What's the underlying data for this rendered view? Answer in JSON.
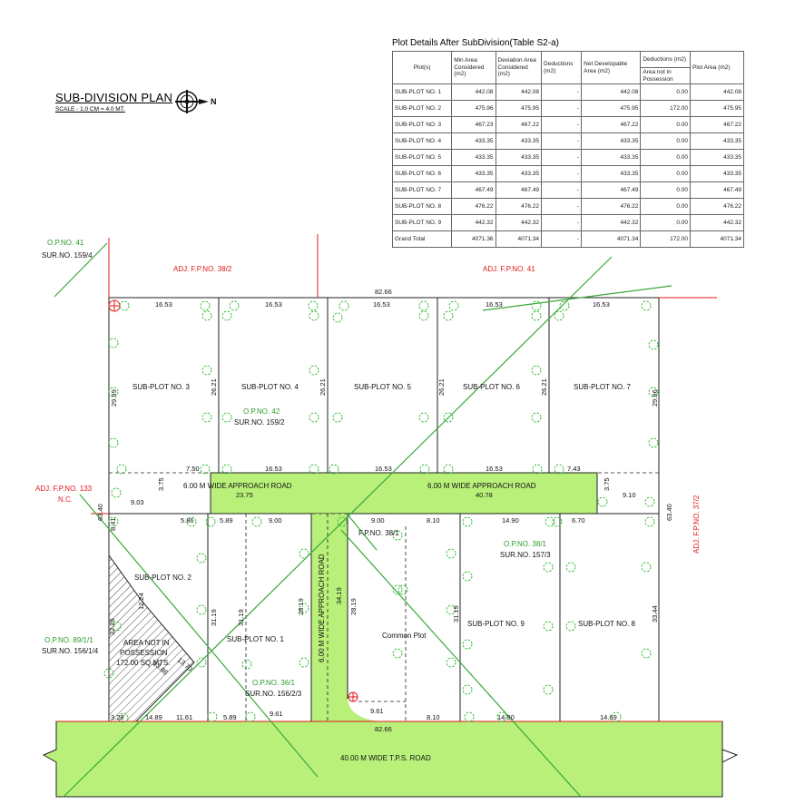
{
  "table": {
    "title": "Plot Details After SubDivision(Table S2-a)",
    "headers": {
      "plot": "Plot(s)",
      "min_area": "Min Area Considered (m2)",
      "deviation": "Deviation Area Considered (m2)",
      "deductions": "Deductions (m2)",
      "net": "Net Developable Area (m2)",
      "ded_group": "Deductions (m2)",
      "ded_sub": "Area not in Possession",
      "plot_area": "Plot Area (m2)"
    },
    "rows": [
      {
        "plot": "SUB-PLOT NO. 1",
        "min": "442.08",
        "dev": "442.08",
        "ded": "-",
        "net": "442.08",
        "poss": "0.00",
        "area": "442.08"
      },
      {
        "plot": "SUB-PLOT NO. 2",
        "min": "475.96",
        "dev": "475.95",
        "ded": "-",
        "net": "475.95",
        "poss": "172.00",
        "area": "475.95"
      },
      {
        "plot": "SUB-PLOT NO. 3",
        "min": "467.23",
        "dev": "467.22",
        "ded": "-",
        "net": "467.22",
        "poss": "0.00",
        "area": "467.22"
      },
      {
        "plot": "SUB-PLOT NO. 4",
        "min": "433.35",
        "dev": "433.35",
        "ded": "-",
        "net": "433.35",
        "poss": "0.00",
        "area": "433.35"
      },
      {
        "plot": "SUB-PLOT NO. 5",
        "min": "433.35",
        "dev": "433.35",
        "ded": "-",
        "net": "433.35",
        "poss": "0.00",
        "area": "433.35"
      },
      {
        "plot": "SUB-PLOT NO. 6",
        "min": "433.35",
        "dev": "433.35",
        "ded": "-",
        "net": "433.35",
        "poss": "0.00",
        "area": "433.35"
      },
      {
        "plot": "SUB-PLOT NO. 7",
        "min": "467.49",
        "dev": "467.49",
        "ded": "-",
        "net": "467.49",
        "poss": "0.00",
        "area": "467.49"
      },
      {
        "plot": "SUB-PLOT NO. 8",
        "min": "476.22",
        "dev": "476.22",
        "ded": "-",
        "net": "476.22",
        "poss": "0.00",
        "area": "476.22"
      },
      {
        "plot": "SUB-PLOT NO. 9",
        "min": "442.32",
        "dev": "442.32",
        "ded": "-",
        "net": "442.32",
        "poss": "0.00",
        "area": "442.32"
      }
    ],
    "total": {
      "plot": "Grand Total",
      "min": "4071.36",
      "dev": "4071.34",
      "ded": "-",
      "net": "4071.34",
      "poss": "172.00",
      "area": "4071.34"
    }
  },
  "plan": {
    "title": "SUB-DIVISION PLAN",
    "scale": "SCALE - 1.0 CM = 4.0 MT.",
    "north": "N",
    "colors": {
      "road": "#b8f07a",
      "boundary": "#e01818",
      "tree": "#3cbf3c",
      "green_text": "#2e9a2e",
      "line": "#222222",
      "diag": "#3aa83a"
    },
    "neighbors": {
      "op41": "O.P.NO. 41",
      "sur159_4": "SUR.NO. 159/4",
      "adj38_2": "ADJ. F.P.NO. 38/2",
      "adj41": "ADJ. F.P.NO. 41",
      "adj133": "ADJ. F.P.NO. 133",
      "nc": "N.C.",
      "adj37_2": "ADJ. F.P.NO. 37/2",
      "op89": "O.P.NO. 89/1/1",
      "sur156_1_4": "SUR.NO. 156/1/4"
    },
    "plots": {
      "p1": "SUB-PLOT NO. 1",
      "p2": "SUB-PLOT NO. 2",
      "p3": "SUB-PLOT NO. 3",
      "p4": "SUB-PLOT NO. 4",
      "p5": "SUB-PLOT NO. 5",
      "p6": "SUB-PLOT NO. 6",
      "p7": "SUB-PLOT NO. 7",
      "p8": "SUB-PLOT NO. 8",
      "p9": "SUB-PLOT NO. 9",
      "common": "Common Plot"
    },
    "ops": {
      "op42": "O.P.NO. 42",
      "sur159_2": "SUR.NO. 159/2",
      "op38_1": "O.P.NO. 38/1",
      "sur157_3": "SUR.NO. 157/3",
      "op36_1": "O.P.NO. 36/1",
      "sur156_2_3": "SUR.NO. 156/2/3",
      "fp38_1": "F.P.NO. 38/1"
    },
    "possession": [
      "AREA NOT IN",
      "POSSESSION",
      "172.00 SQ.MTS."
    ],
    "roads": {
      "approach_left": "6.00 M WIDE APPROACH ROAD",
      "approach_right": "6.00 M WIDE APPROACH ROAD",
      "approach_vertical": "6.00 M WIDE APPROACH ROAD",
      "tps": "40.00 M WIDE T.P.S. ROAD"
    },
    "dims": {
      "top_total": "82.66",
      "bottom_total": "82.66",
      "top1": "16.53",
      "top2": "16.53",
      "top3": "16.53",
      "top4": "16.53",
      "top5": "16.53",
      "left_h": "29.99",
      "right_h": "29.96",
      "v4": "26.21",
      "v5": "26.21",
      "v6": "26.21",
      "r1": "7.50",
      "r2": "16.53",
      "r3": "16.53",
      "r4": "16.53",
      "r5": "7.43",
      "rd_l": "23.75",
      "rd_r": "40.78",
      "s375a": "3.75",
      "s375b": "3.75",
      "s903": "9.03",
      "s910": "9.10",
      "left_total": "63.40",
      "right_total": "63.40",
      "s841": "8.41",
      "m586": "5.86",
      "m589": "5.89",
      "m900": "9.00",
      "m900b": "9.00",
      "m810": "8.10",
      "m1490": "14.90",
      "m670": "6.70",
      "v3119a": "31.19",
      "v3119b": "31.19",
      "v2819a": "28.19",
      "v3419": "34.19",
      "v2819b": "28.19",
      "v3119c": "31.19",
      "v3344": "33.44",
      "d1224": "12.24",
      "d1386": "13.86",
      "d1370": "13.70",
      "l3226": "32.26",
      "b328": "3.28",
      "b1489": "14.89",
      "b1161": "11.61",
      "b589": "5.89",
      "b961": "9.61",
      "b961b": "9.61",
      "b810": "8.10",
      "b1490": "14.90",
      "b1469": "14.69"
    }
  }
}
